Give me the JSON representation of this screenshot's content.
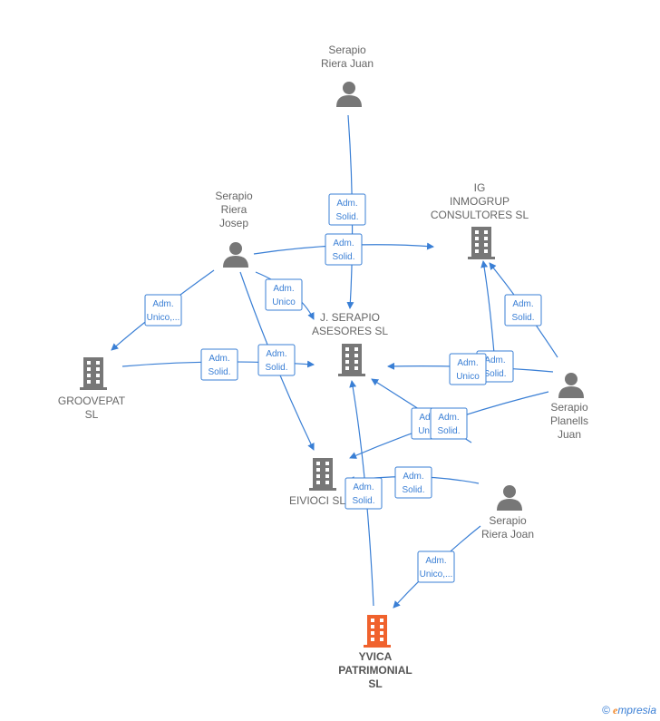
{
  "colors": {
    "edge": "#3a7fd5",
    "node": "#777777",
    "highlight": "#f0622d"
  },
  "nodes": [
    {
      "id": "serapio_riera_juan",
      "type": "person",
      "lines": [
        "Serapio",
        "Riera Juan"
      ]
    },
    {
      "id": "serapio_riera_josep",
      "type": "person",
      "lines": [
        "Serapio",
        "Riera",
        "Josep"
      ]
    },
    {
      "id": "ig_inmogrup",
      "type": "company",
      "lines": [
        "IG",
        "INMOGRUP",
        "CONSULTORES SL"
      ]
    },
    {
      "id": "j_serapio",
      "type": "company",
      "lines": [
        "J. SERAPIO",
        "ASESORES SL"
      ]
    },
    {
      "id": "groovepat",
      "type": "company",
      "lines": [
        "GROOVEPAT",
        "SL"
      ]
    },
    {
      "id": "serapio_planells",
      "type": "person",
      "lines": [
        "Serapio",
        "Planells",
        "Juan"
      ]
    },
    {
      "id": "eivioci",
      "type": "company",
      "lines": [
        "EIVIOCI SL"
      ]
    },
    {
      "id": "serapio_riera_joan",
      "type": "person",
      "lines": [
        "Serapio",
        "Riera Joan"
      ]
    },
    {
      "id": "yvica",
      "type": "company_main",
      "lines": [
        "YVICA",
        "PATRIMONIAL",
        "SL"
      ]
    }
  ],
  "edge_labels": [
    [
      "Adm.",
      "Solid."
    ],
    [
      "Adm.",
      "Solid."
    ],
    [
      "Adm.",
      "Unico"
    ],
    [
      "Adm.",
      "Unico,..."
    ],
    [
      "Adm.",
      "Solid."
    ],
    [
      "Adm.",
      "Solid."
    ],
    [
      "Adm.",
      "Solid."
    ],
    [
      "Adm.",
      "Solid."
    ],
    [
      "Adm.",
      "Unico"
    ],
    [
      "Adm.",
      "Unico"
    ],
    [
      "Adm.",
      "Solid."
    ],
    [
      "Adm.",
      "Solid."
    ],
    [
      "Adm.",
      "Solid."
    ],
    [
      "Adm.",
      "Unico,..."
    ]
  ],
  "footer": {
    "copyright": "©",
    "brand_initial": "e",
    "brand_rest": "mpresia"
  }
}
